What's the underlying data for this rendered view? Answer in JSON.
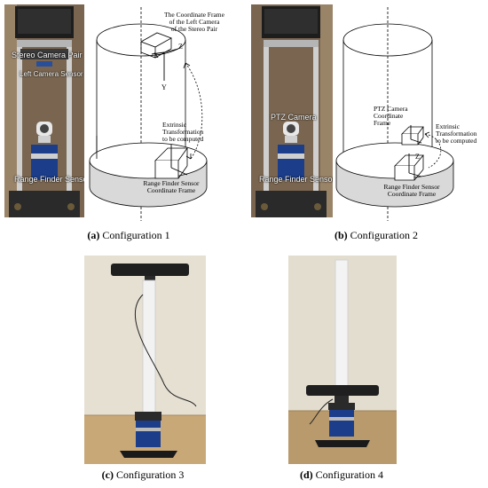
{
  "panels": {
    "a": {
      "caption_letter": "(a)",
      "caption_text": " Configuration 1",
      "photo_labels": [
        "Stereo Camera Pair",
        "Left Camera Sensor",
        "Range Finder Sensor"
      ],
      "diagram_labels": {
        "top_frame": [
          "The Coordinate Frame",
          "of the Left Camera",
          "of the Stereo Pair"
        ],
        "extrinsic": [
          "Extrinsic",
          "Transformation",
          "to be computed"
        ],
        "bottom_frame": [
          "Range Finder Sensor",
          "Coordinate Frame"
        ],
        "axis_x": "X",
        "axis_y": "Y",
        "axis_z": "Z"
      }
    },
    "b": {
      "caption_letter": "(b)",
      "caption_text": " Configuration 2",
      "photo_labels": [
        "PTZ Camera",
        "Range Finder Sensor"
      ],
      "diagram_labels": {
        "ptz_frame": [
          "PTZ Camera",
          "Coordinate",
          "Frame"
        ],
        "extrinsic": [
          "Extrinsic",
          "Transformation",
          "to be computed"
        ],
        "bottom_frame": [
          "Range Finder Sensor",
          "Coordinate Frame"
        ],
        "axis_z": "Z"
      }
    },
    "c": {
      "caption_letter": "(c)",
      "caption_text": " Configuration 3"
    },
    "d": {
      "caption_letter": "(d)",
      "caption_text": " Configuration 4"
    }
  },
  "colors": {
    "photo_wall": "#e8e2d6",
    "floor": "#b08a5a",
    "sensor_blue": "#1b3d8a",
    "cylinder_fill": "#d9d9d9"
  }
}
